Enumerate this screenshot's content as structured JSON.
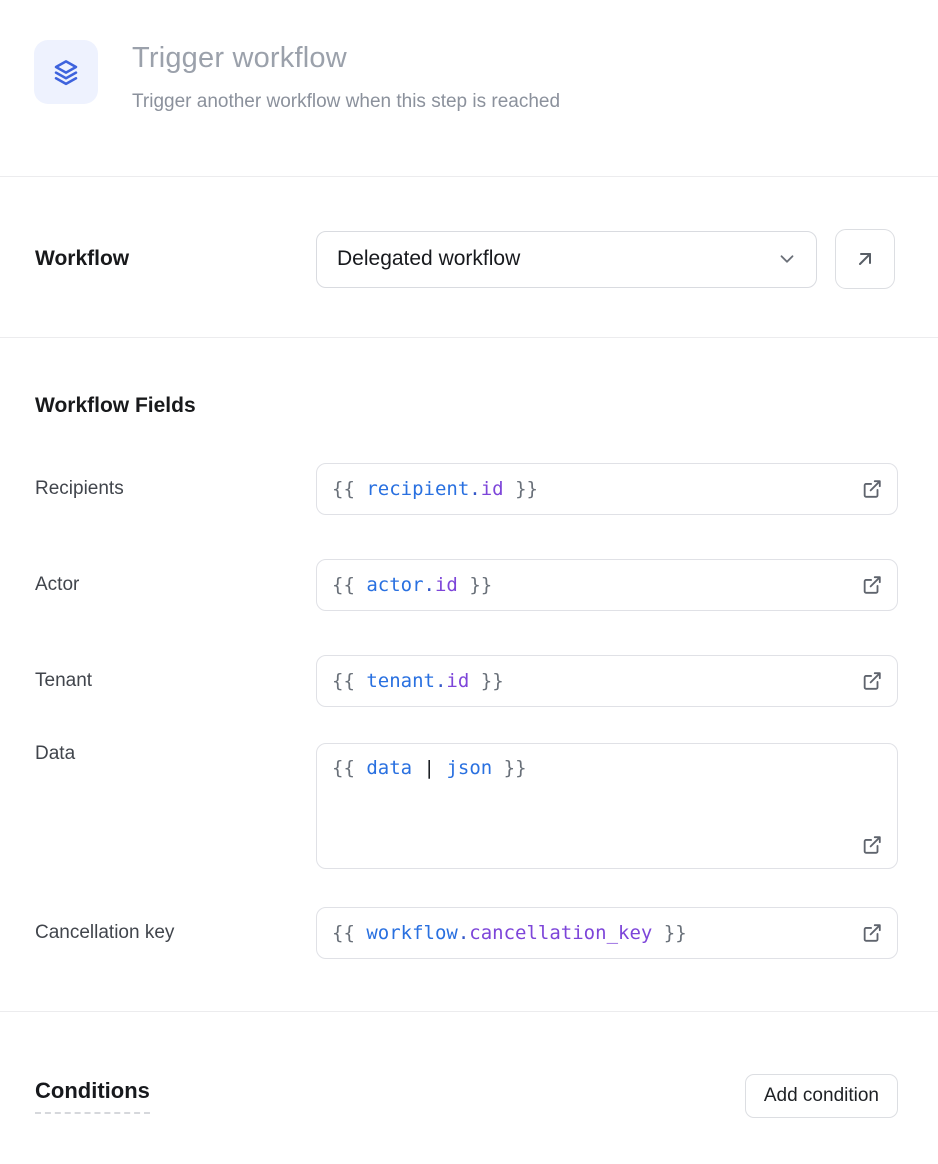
{
  "header": {
    "title": "Trigger workflow",
    "subtitle": "Trigger another workflow when this step is reached",
    "icon": "layers-icon"
  },
  "workflow": {
    "label": "Workflow",
    "selected_value": "Delegated workflow",
    "chevron_icon": "chevron-down-icon",
    "open_button_icon": "arrow-up-right-icon"
  },
  "fields": {
    "heading": "Workflow Fields",
    "external_icon": "external-link-icon",
    "rows": [
      {
        "label": "Recipients",
        "tokens": [
          {
            "t": "punct",
            "v": "{{ "
          },
          {
            "t": "var",
            "v": "recipient"
          },
          {
            "t": "dot",
            "v": "."
          },
          {
            "t": "prop",
            "v": "id"
          },
          {
            "t": "punct",
            "v": " }}"
          }
        ]
      },
      {
        "label": "Actor",
        "tokens": [
          {
            "t": "punct",
            "v": "{{ "
          },
          {
            "t": "var",
            "v": "actor"
          },
          {
            "t": "dot",
            "v": "."
          },
          {
            "t": "prop",
            "v": "id"
          },
          {
            "t": "punct",
            "v": " }}"
          }
        ]
      },
      {
        "label": "Tenant",
        "tokens": [
          {
            "t": "punct",
            "v": "{{ "
          },
          {
            "t": "var",
            "v": "tenant"
          },
          {
            "t": "dot",
            "v": "."
          },
          {
            "t": "prop",
            "v": "id"
          },
          {
            "t": "punct",
            "v": " }}"
          }
        ]
      },
      {
        "label": "Data",
        "multiline": true,
        "tokens": [
          {
            "t": "punct",
            "v": "{{ "
          },
          {
            "t": "var",
            "v": "data"
          },
          {
            "t": "plain",
            "v": " "
          },
          {
            "t": "pipe",
            "v": "|"
          },
          {
            "t": "plain",
            "v": " "
          },
          {
            "t": "var",
            "v": "json"
          },
          {
            "t": "punct",
            "v": " }}"
          }
        ]
      },
      {
        "label": "Cancellation key",
        "tokens": [
          {
            "t": "punct",
            "v": "{{ "
          },
          {
            "t": "var",
            "v": "workflow"
          },
          {
            "t": "dot",
            "v": "."
          },
          {
            "t": "prop",
            "v": "cancellation_key"
          },
          {
            "t": "punct",
            "v": " }}"
          }
        ]
      }
    ]
  },
  "conditions": {
    "heading": "Conditions",
    "add_button_label": "Add condition"
  },
  "colors": {
    "accent_blue": "#3e63dd",
    "icon_bg": "#eef2fe",
    "code_variable": "#2970e0",
    "code_property": "#7d45d9",
    "code_punctuation": "#697079",
    "border": "#e0e1e6",
    "divider": "#ececee",
    "muted_title": "#9ba1ab"
  }
}
